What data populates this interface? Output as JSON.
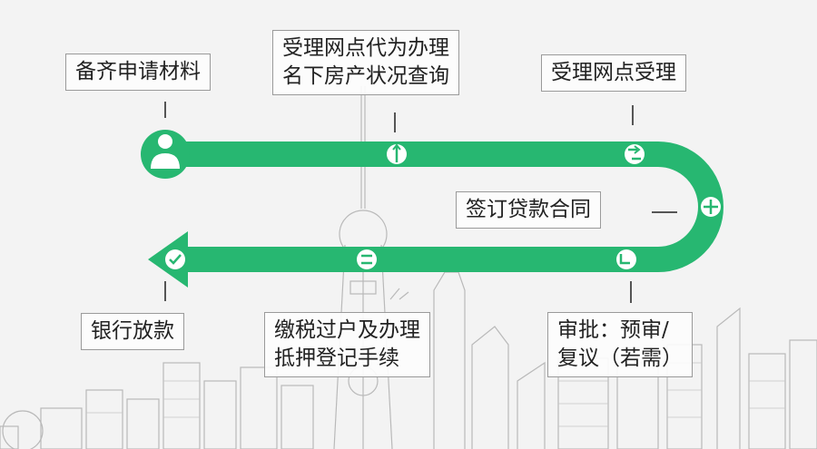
{
  "steps": {
    "prepare": "备齐申请材料",
    "query_line1": "受理网点代为办理",
    "query_line2": "名下房产状况查询",
    "accept": "受理网点受理",
    "contract": "签订贷款合同",
    "approve_line1": "审批：预审/",
    "approve_line2": "复议（若需）",
    "tax_line1": "缴税过户及办理",
    "tax_line2": "抵押登记手续",
    "loan": "银行放款"
  },
  "icons": [
    "user-icon",
    "step-arrow-icon",
    "step-arrow-icon",
    "step-arrow-icon",
    "step-arrow-icon",
    "step-arrow-icon",
    "check-icon"
  ],
  "colors": {
    "track": "#27b771",
    "background": "#f3f3f3",
    "sketch": "#b9b9b9"
  }
}
